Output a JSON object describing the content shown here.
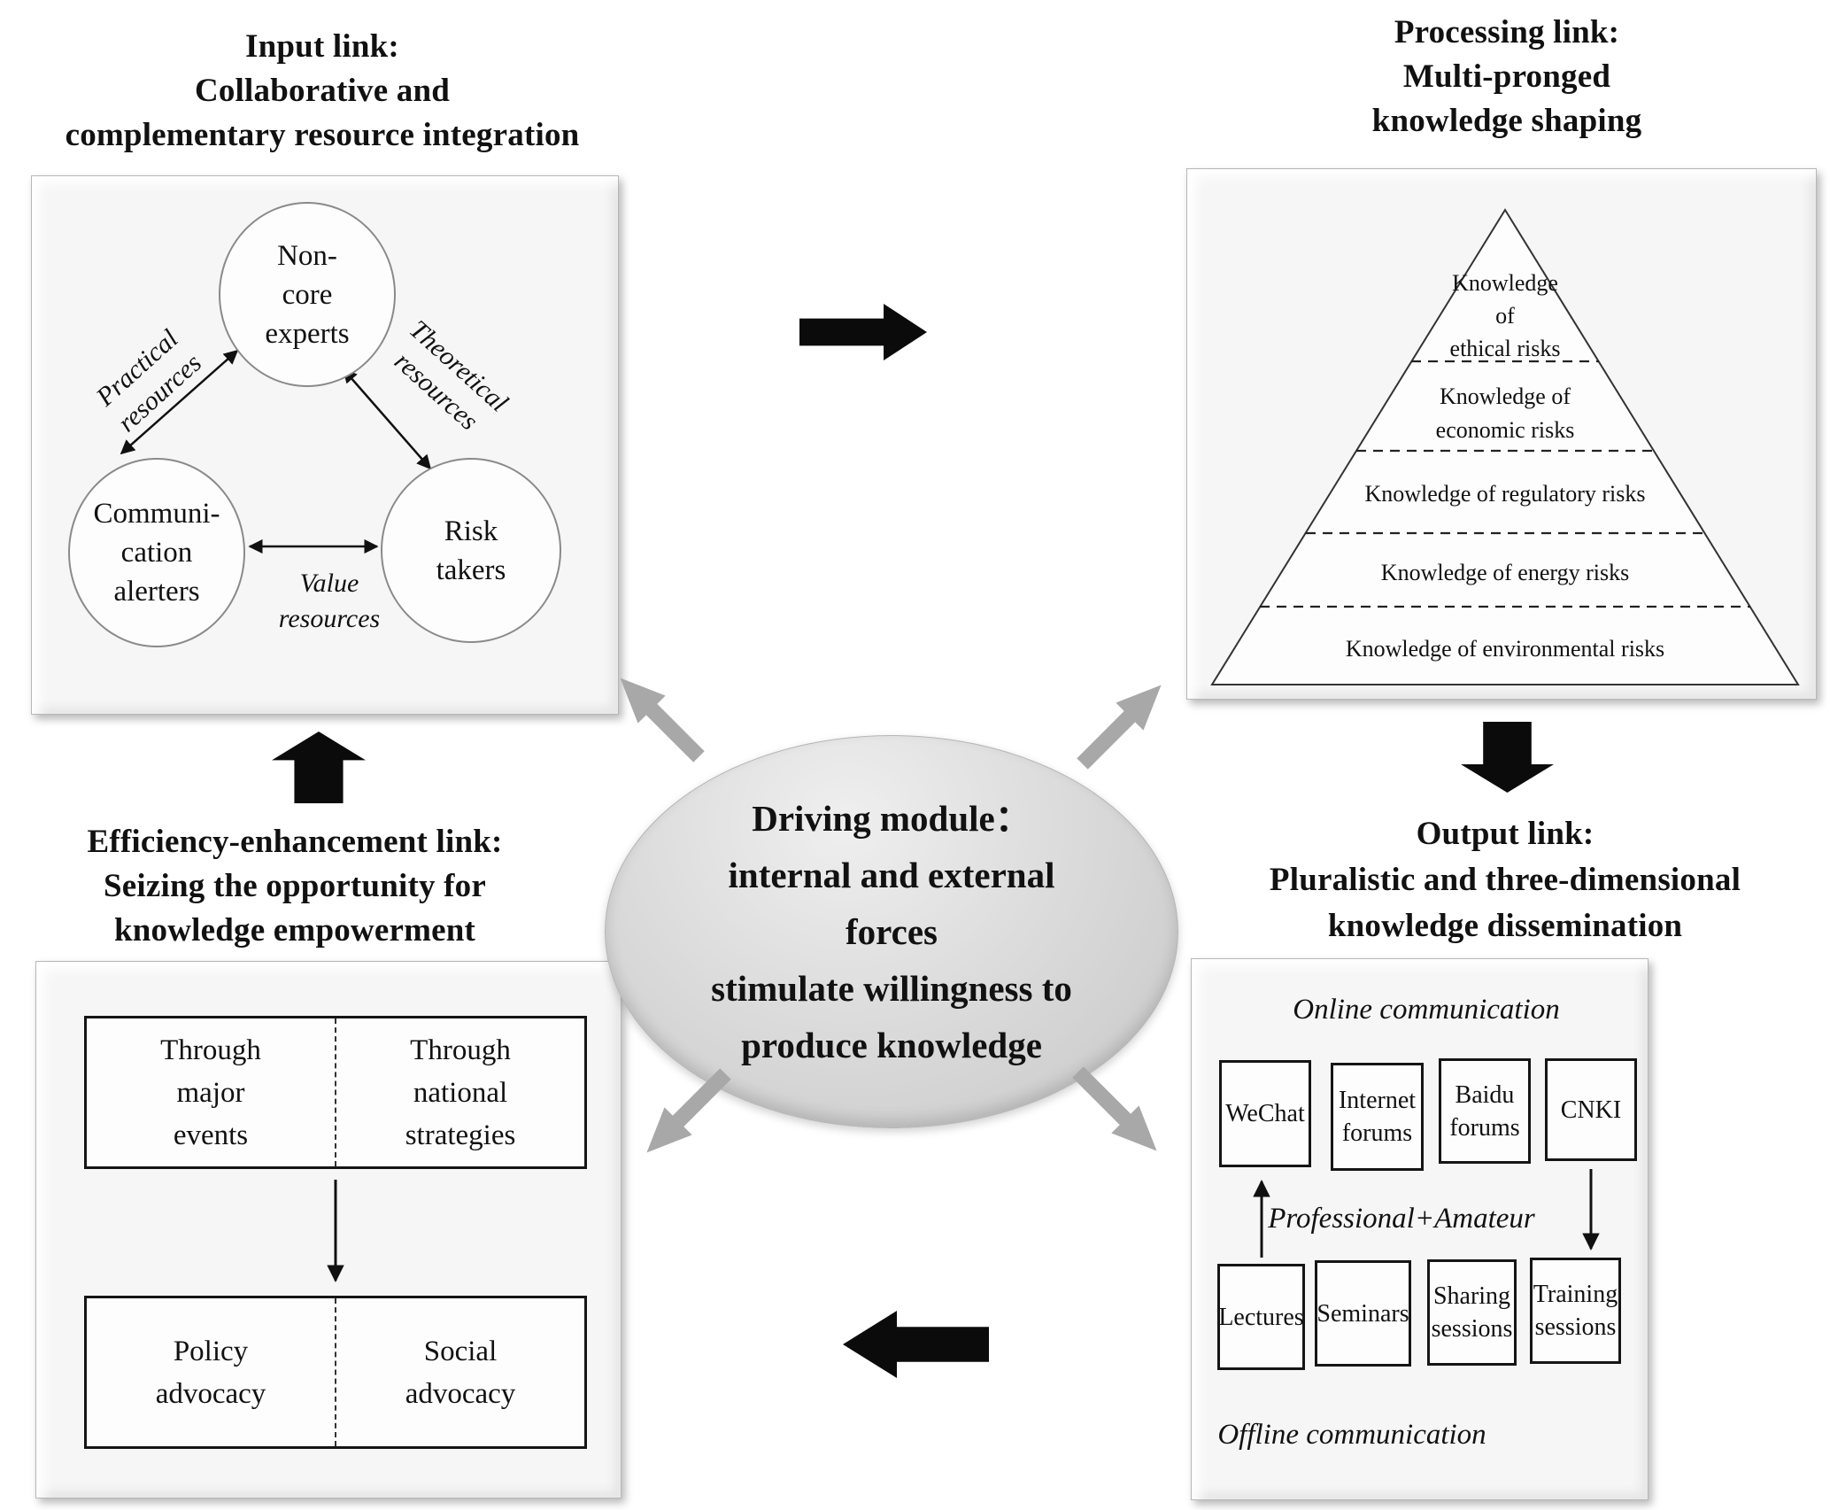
{
  "figure": {
    "background": "#ffffff",
    "panel_bg": "#f6f6f6",
    "gray_arrow_color": "#a8a8a8",
    "black_arrow_color": "#0b0b0b"
  },
  "input": {
    "title": "Input link:\nCollaborative and\ncomplementary resource integration",
    "circles": [
      {
        "label": "Non-\ncore\nexperts"
      },
      {
        "label": "Communi-\ncation\nalerters"
      },
      {
        "label": "Risk\ntakers"
      }
    ],
    "edge_labels": [
      {
        "label": "Practical\nresources"
      },
      {
        "label": "Theoretical\nresources"
      },
      {
        "label": "Value\nresources"
      }
    ]
  },
  "processing": {
    "title": "Processing link:\nMulti-pronged\nknowledge shaping",
    "pyramid_levels": [
      {
        "label": "Knowledge\nof\nethical risks"
      },
      {
        "label": "Knowledge of\neconomic risks"
      },
      {
        "label": "Knowledge of regulatory risks"
      },
      {
        "label": "Knowledge of energy risks"
      },
      {
        "label": "Knowledge of environmental risks"
      }
    ]
  },
  "efficiency": {
    "title": "Efficiency-enhancement link:\nSeizing the opportunity for\nknowledge empowerment",
    "stage1": [
      {
        "label": "Through\nmajor\nevents"
      },
      {
        "label": "Through\nnational\nstrategies"
      }
    ],
    "stage2": [
      {
        "label": "Policy\nadvocacy"
      },
      {
        "label": "Social\nadvocacy"
      }
    ]
  },
  "output": {
    "title": "Output link:\nPluralistic and three-dimensional\nknowledge dissemination",
    "online_label": "Online communication",
    "online_channels": [
      {
        "label": "WeChat"
      },
      {
        "label": "Internet\nforums"
      },
      {
        "label": "Baidu\nforums"
      },
      {
        "label": "CNKI"
      }
    ],
    "middle_label": "Professional+Amateur",
    "offline_channels": [
      {
        "label": "Lectures"
      },
      {
        "label": "Seminars"
      },
      {
        "label": "Sharing\nsessions"
      },
      {
        "label": "Training\nsessions"
      }
    ],
    "offline_label": "Offline communication"
  },
  "center": {
    "text": "Driving module：\ninternal and external\nforces\nstimulate willingness to\nproduce knowledge"
  }
}
